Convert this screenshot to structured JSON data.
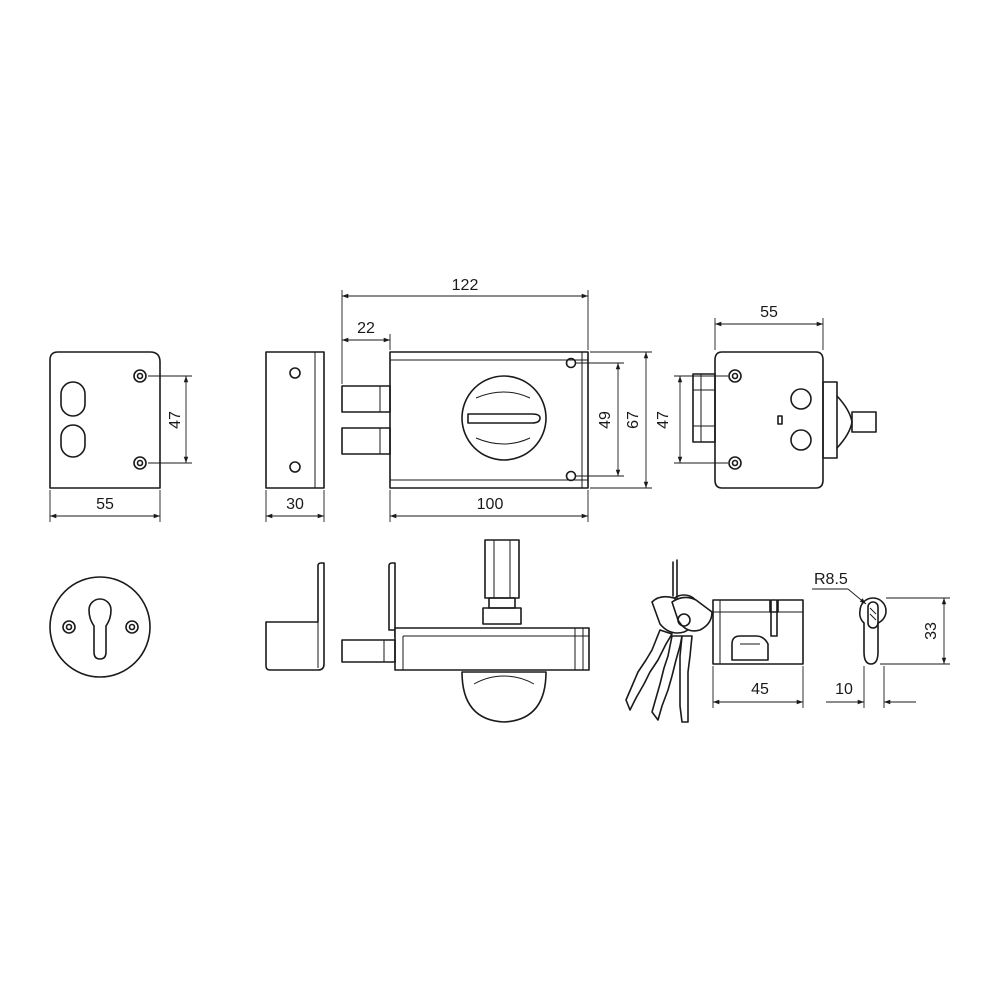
{
  "dimensions": {
    "escutcheon_plate_height": "47",
    "escutcheon_plate_width": "55",
    "keeper_width": "30",
    "bolt_throw": "22",
    "overall_length": "122",
    "case_length": "100",
    "fixing_hole_spacing": "49",
    "case_height": "67",
    "side_hole_spacing": "47",
    "side_depth": "55",
    "cylinder_length": "45",
    "cylinder_radius": "R8.5",
    "cylinder_width": "10",
    "cylinder_height": "33"
  }
}
